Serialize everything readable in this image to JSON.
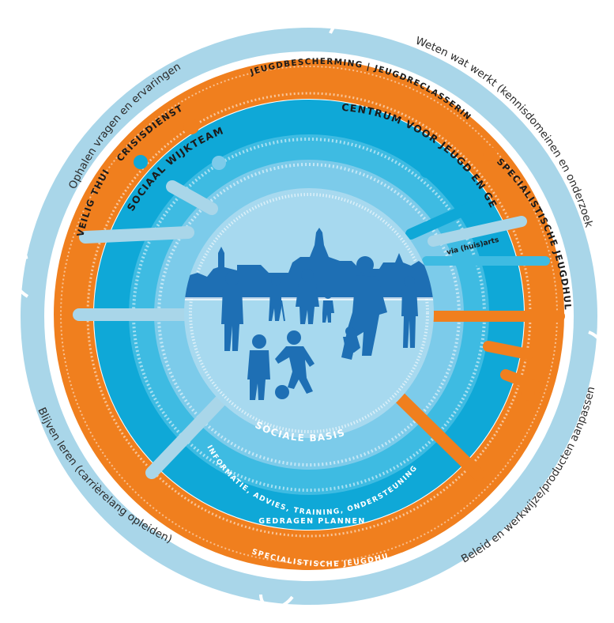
{
  "colors": {
    "outer_ring": "#a9d6e9",
    "orange": "#f07f1e",
    "blue_dark": "#0fa8d7",
    "blue_mid": "#3ebbe2",
    "blue_light": "#7ccbea",
    "basis": "#a7d9ef",
    "figures": "#1e6fb4",
    "dotted": "#ffffff"
  },
  "outer_ring": {
    "top_left": "Ophalen vragen en ervaringen",
    "top_right": "Weten wat werkt (kennisdomeinen en onderzoek)",
    "bottom_left": "Blijven leren (carrièrelang opleiden)",
    "bottom_right": "Beleid en werkwijze/producten aanpassen"
  },
  "orange_ring": {
    "veilig_thuis": "VEILIG THUIS",
    "crisisdienst": "CRISISDIENST",
    "jeugdbescherming": "JEUGDBESCHERMING | JEUGDRECLASSERING",
    "specialistische_top": "SPECIALISTISCHE JEUGDHULP",
    "specialistische_bottom": "SPECIALISTISCHE JEUGDHULP"
  },
  "blue_ring": {
    "sociaal_wijkteams": "SOCIAAL WIJKTEAMS",
    "cjg": "CENTRUM VOOR JEUGD EN GEZIN",
    "via_huisarts": "via (huis)arts",
    "gedragen_plannen": "GEDRAGEN PLANNEN"
  },
  "inner": {
    "informatie": "INFORMATIE, ADVIES, TRAINING, ONDERSTEUNING",
    "sociale_basis": "SOCIALE BASIS"
  },
  "icons": {
    "skyline": "city-skyline-icon",
    "family": "family-figures-icon"
  }
}
